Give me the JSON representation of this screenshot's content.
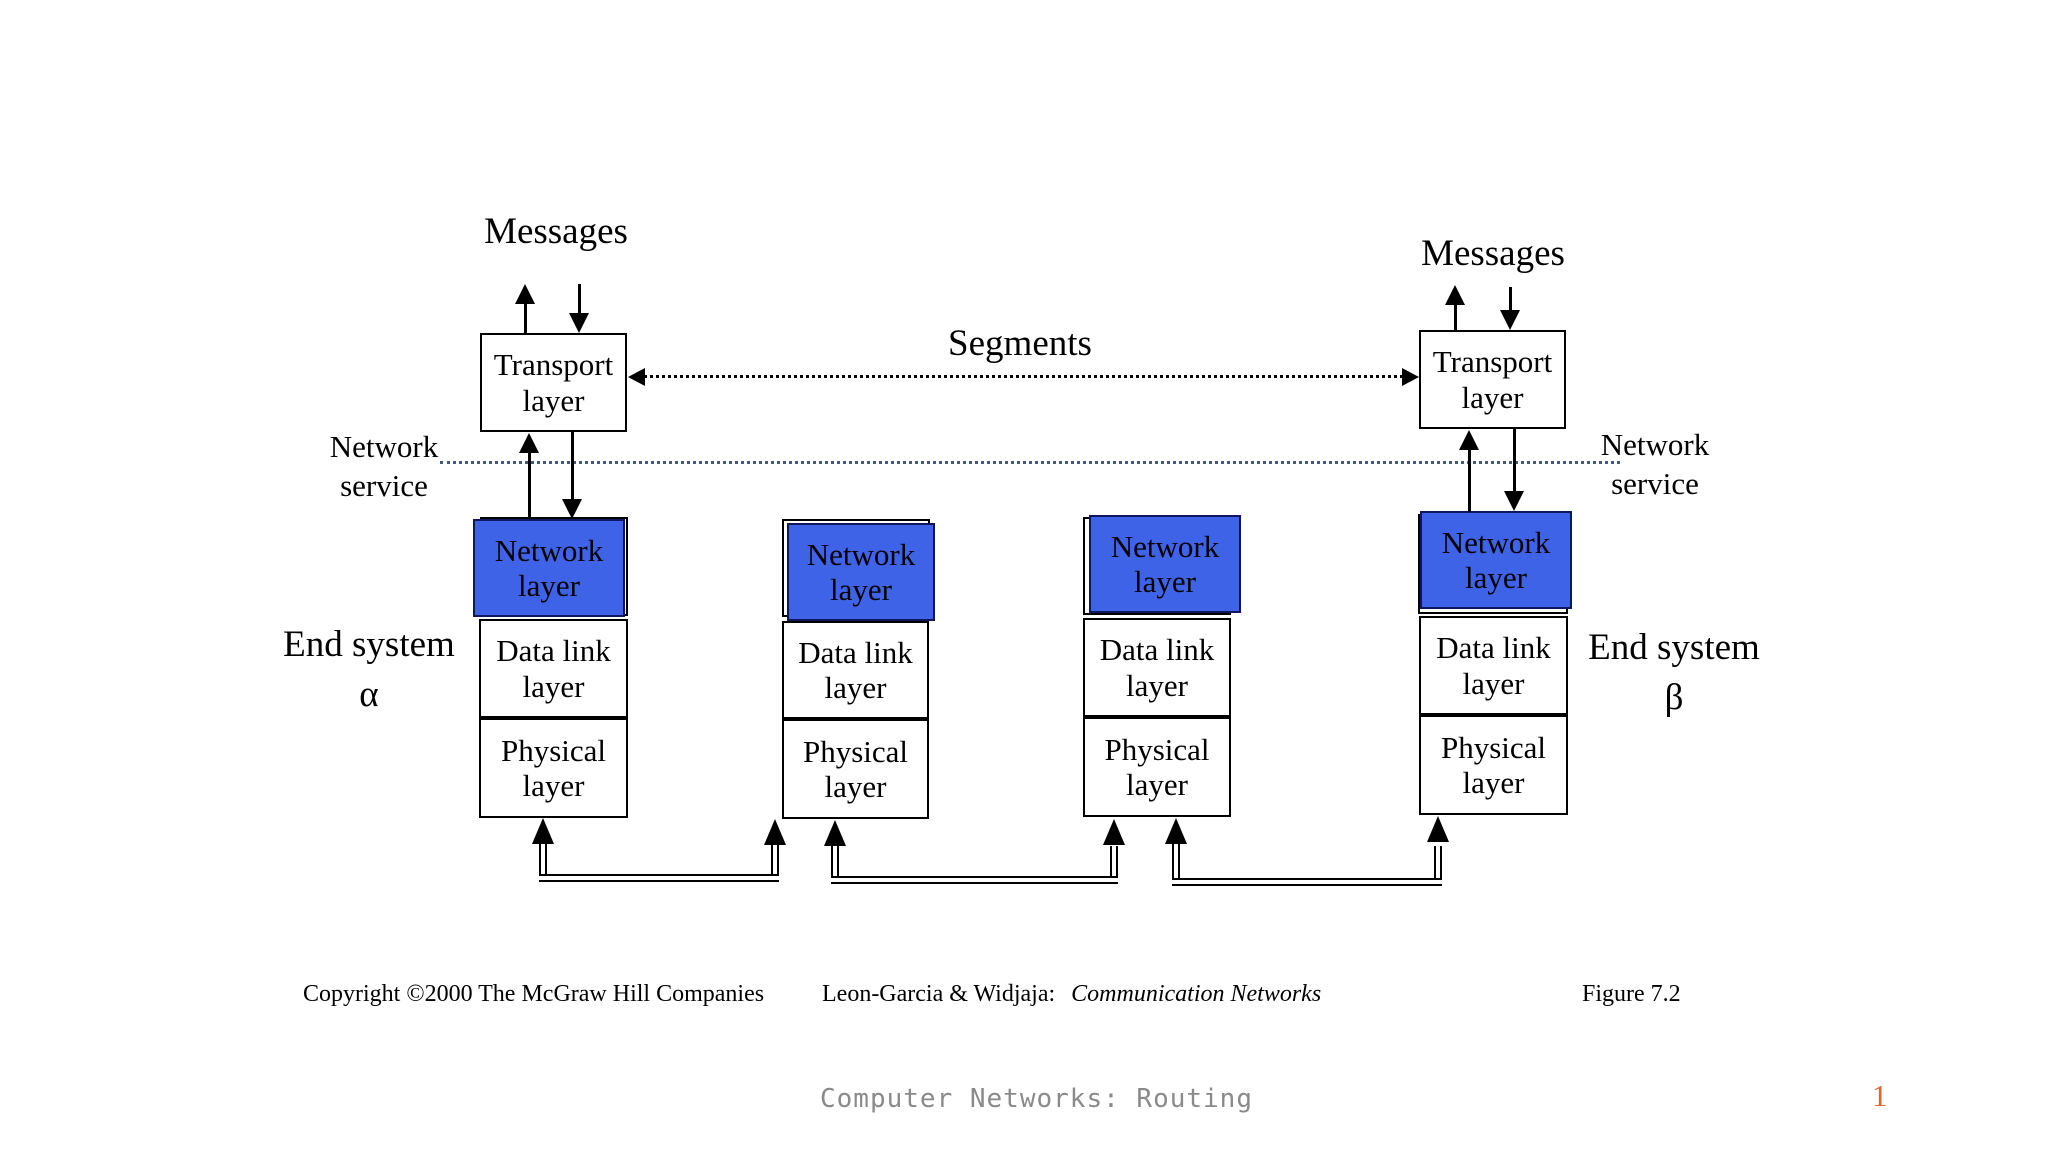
{
  "slide": {
    "labels": {
      "messages_left": "Messages",
      "messages_right": "Messages",
      "segments": "Segments",
      "network_service_left_line1": "Network",
      "network_service_left_line2": "service",
      "network_service_right_line1": "Network",
      "network_service_right_line2": "service",
      "end_system_left_line1": "End system",
      "end_system_left_symbol": "α",
      "end_system_right_line1": "End system",
      "end_system_right_symbol": "β"
    },
    "layers": {
      "transport_line1": "Transport",
      "transport_line2": "layer",
      "network_line1": "Network",
      "network_line2": "layer",
      "datalink_line1": "Data link",
      "datalink_line2": "layer",
      "physical_line1": "Physical",
      "physical_line2": "layer"
    },
    "footer": {
      "copyright": "Copyright ©2000 The McGraw Hill Companies",
      "credit_author": "Leon-Garcia & Widjaja:",
      "credit_book": "Communication Networks",
      "figure_label": "Figure 7.2"
    },
    "statusbar": {
      "course_title": "Computer Networks: Routing",
      "page_number": "1"
    },
    "colors": {
      "network_layer_fill": "#3f63e6",
      "network_service_line": "#40597f",
      "page_number": "#e2642e",
      "course_title": "#8a8a8a"
    }
  }
}
